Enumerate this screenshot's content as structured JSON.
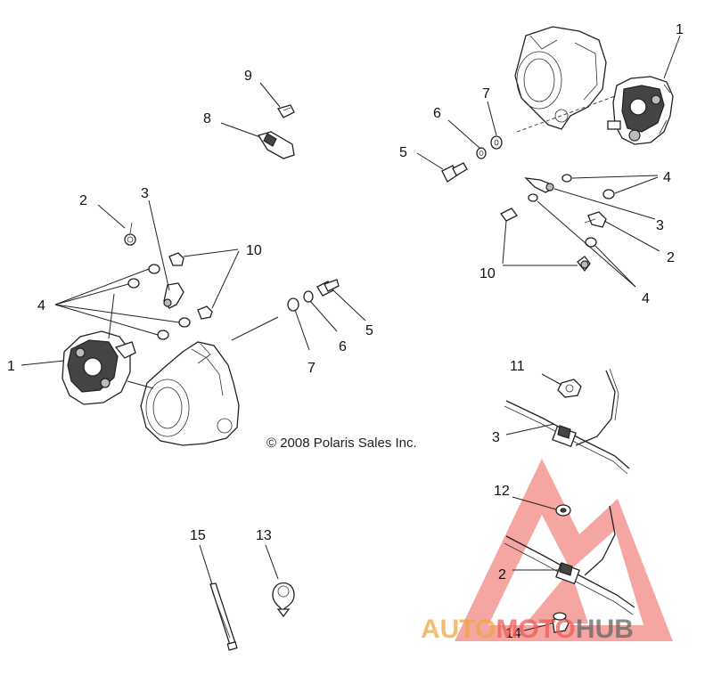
{
  "copyright": "© 2008 Polaris Sales Inc.",
  "callouts": [
    {
      "id": "callout-1-right",
      "label": "1"
    },
    {
      "id": "callout-7-right",
      "label": "7"
    },
    {
      "id": "callout-6-right",
      "label": "6"
    },
    {
      "id": "callout-5-right",
      "label": "5"
    },
    {
      "id": "callout-4-right-top",
      "label": "4"
    },
    {
      "id": "callout-3-right",
      "label": "3"
    },
    {
      "id": "callout-2-right",
      "label": "2"
    },
    {
      "id": "callout-10-right",
      "label": "10"
    },
    {
      "id": "callout-4-right-bottom",
      "label": "4"
    },
    {
      "id": "callout-9",
      "label": "9"
    },
    {
      "id": "callout-8",
      "label": "8"
    },
    {
      "id": "callout-2-left",
      "label": "2"
    },
    {
      "id": "callout-3-left",
      "label": "3"
    },
    {
      "id": "callout-10-left",
      "label": "10"
    },
    {
      "id": "callout-4-left",
      "label": "4"
    },
    {
      "id": "callout-1-left",
      "label": "1"
    },
    {
      "id": "callout-5-left",
      "label": "5"
    },
    {
      "id": "callout-6-left",
      "label": "6"
    },
    {
      "id": "callout-7-left",
      "label": "7"
    },
    {
      "id": "callout-11",
      "label": "11"
    },
    {
      "id": "callout-3-cable",
      "label": "3"
    },
    {
      "id": "callout-12",
      "label": "12"
    },
    {
      "id": "callout-2-cable",
      "label": "2"
    },
    {
      "id": "callout-14",
      "label": "14"
    },
    {
      "id": "callout-15",
      "label": "15"
    },
    {
      "id": "callout-13",
      "label": "13"
    }
  ],
  "watermark": {
    "part1": "AUTO",
    "part2": "MOTO",
    "part3": "HUB",
    "color_primary": "#f0a640",
    "color_secondary": "#ee5c57",
    "color_tertiary": "#666666"
  }
}
